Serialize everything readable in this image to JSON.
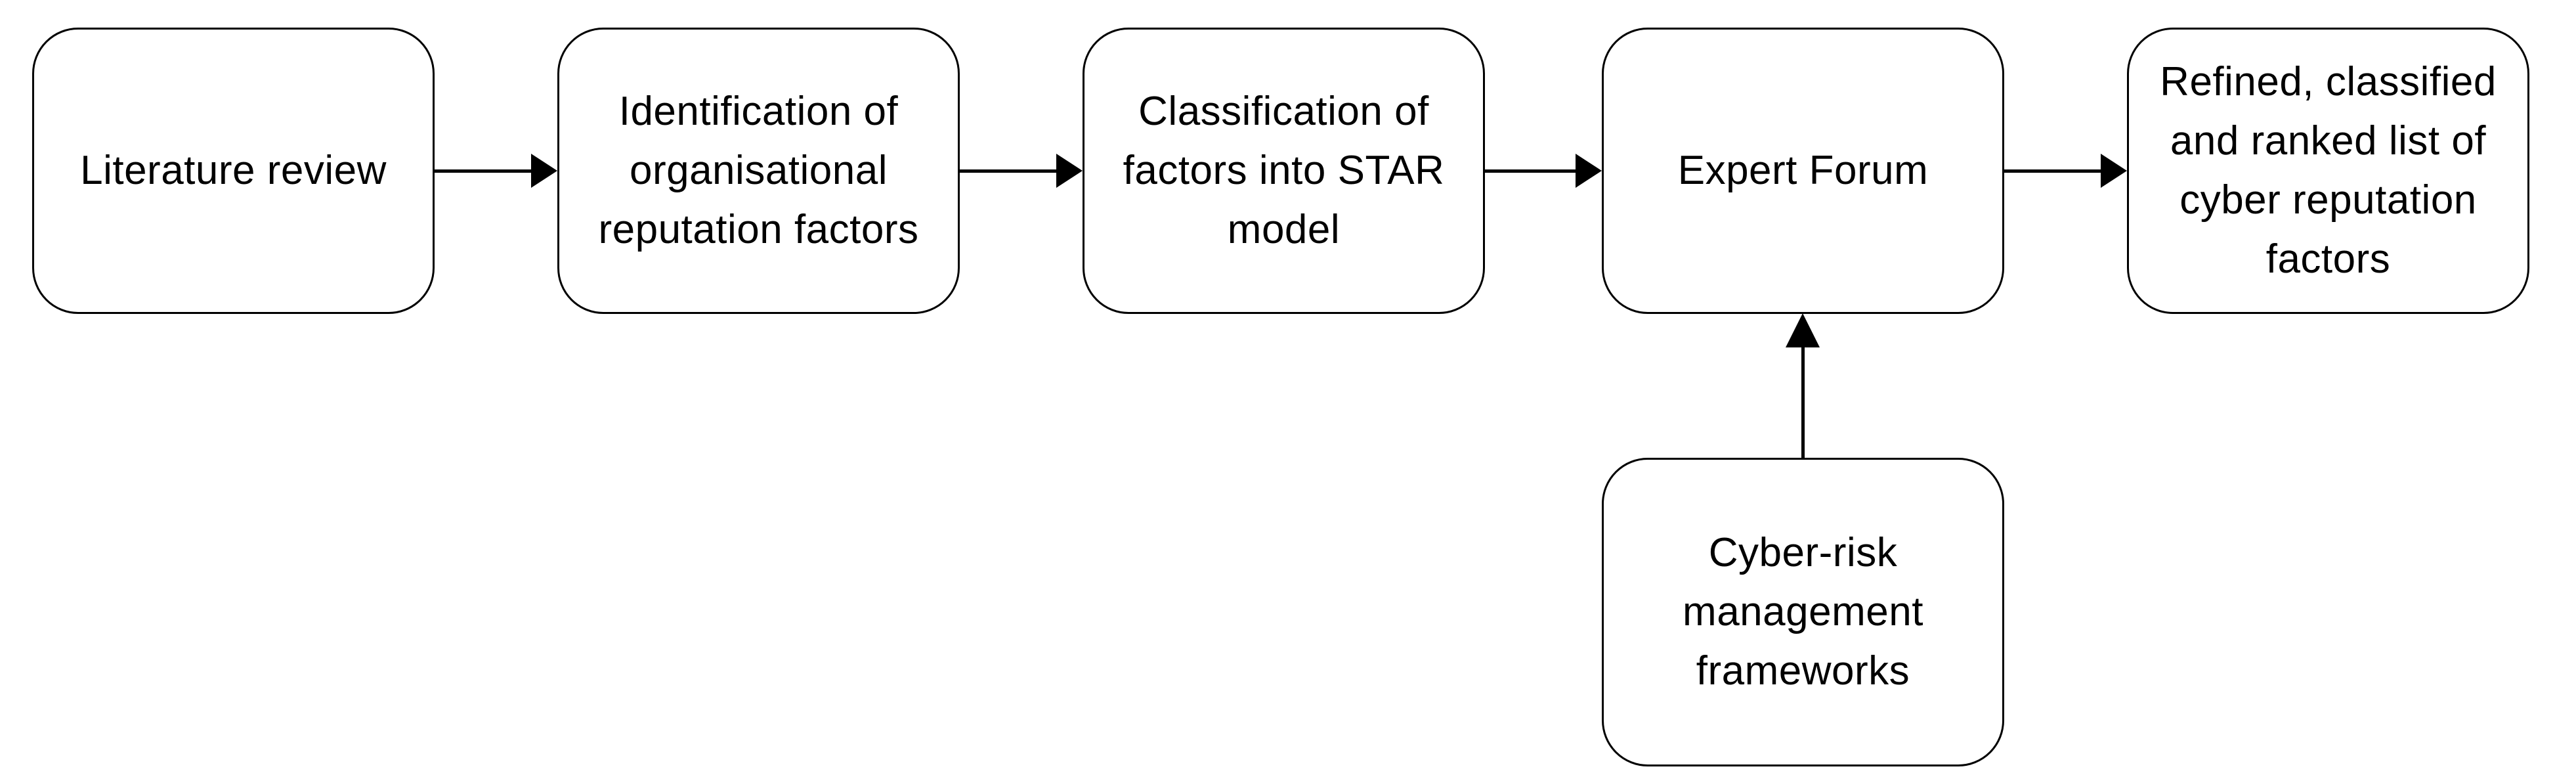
{
  "diagram": {
    "type": "flowchart",
    "direction": "left-to-right",
    "colors": {
      "background": "#ffffff",
      "node_fill": "#ffffff",
      "node_stroke": "#000000",
      "arrow": "#000000",
      "text": "#000000"
    },
    "nodes": [
      {
        "id": "literature-review",
        "label": "Literature review",
        "row": "top"
      },
      {
        "id": "identification",
        "label": "Identification of\norganisational\nreputation factors",
        "row": "top"
      },
      {
        "id": "classification",
        "label": "Classification of\nfactors into STAR\nmodel",
        "row": "top"
      },
      {
        "id": "expert-forum",
        "label": "Expert Forum",
        "row": "top"
      },
      {
        "id": "refined-list",
        "label": "Refined, classified\nand ranked list of\ncyber reputation\nfactors",
        "row": "top"
      },
      {
        "id": "cyber-risk-frameworks",
        "label": "Cyber-risk\nmanagement\nframeworks",
        "row": "bottom"
      }
    ],
    "edges": [
      {
        "from": "literature-review",
        "to": "identification",
        "direction": "right"
      },
      {
        "from": "identification",
        "to": "classification",
        "direction": "right"
      },
      {
        "from": "classification",
        "to": "expert-forum",
        "direction": "right"
      },
      {
        "from": "expert-forum",
        "to": "refined-list",
        "direction": "right"
      },
      {
        "from": "cyber-risk-frameworks",
        "to": "expert-forum",
        "direction": "up"
      }
    ]
  }
}
